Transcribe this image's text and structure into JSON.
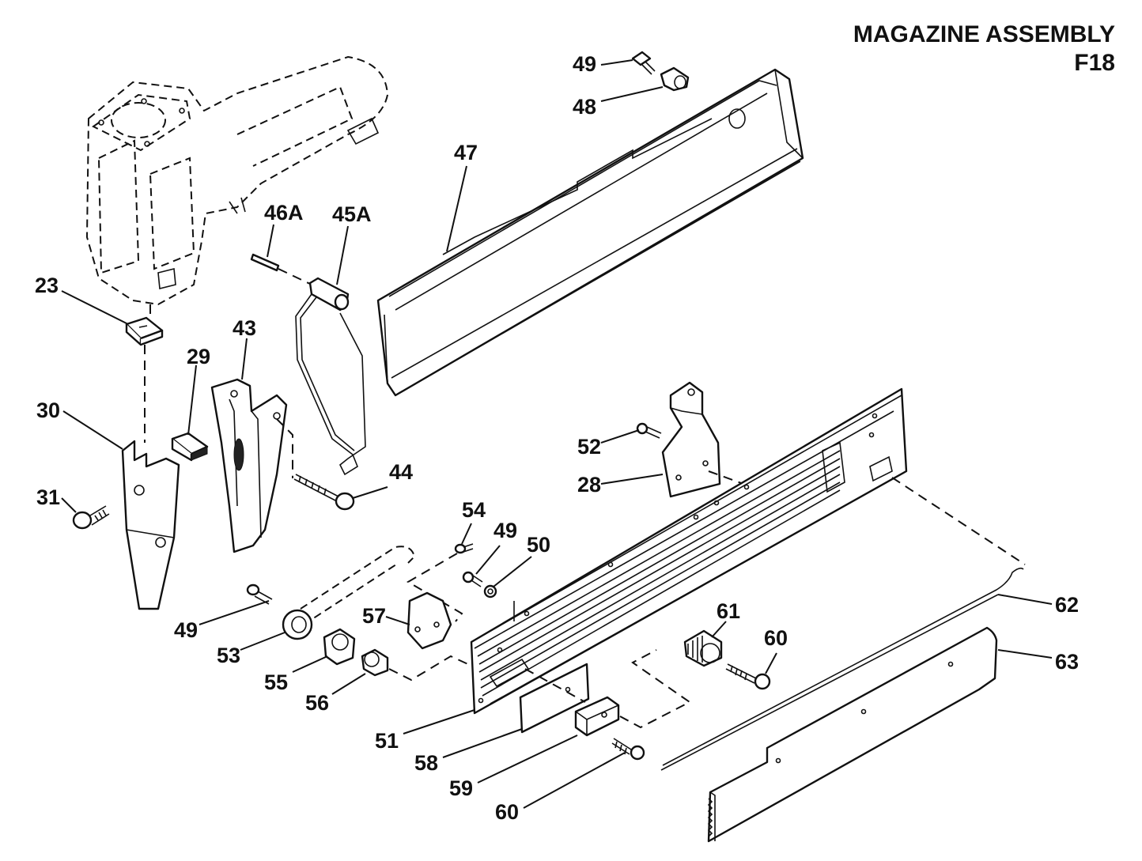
{
  "title": {
    "line1": "MAGAZINE ASSEMBLY",
    "line2": "F18"
  },
  "labels": {
    "p23": "23",
    "p28": "28",
    "p29": "29",
    "p30": "30",
    "p31": "31",
    "p43": "43",
    "p44": "44",
    "p45a": "45A",
    "p46a": "46A",
    "p47": "47",
    "p48": "48",
    "p49_top": "49",
    "p49_mid": "49",
    "p49_left": "49",
    "p50": "50",
    "p51": "51",
    "p52": "52",
    "p53": "53",
    "p54": "54",
    "p55": "55",
    "p56": "56",
    "p57": "57",
    "p58": "58",
    "p59": "59",
    "p60_upper": "60",
    "p60_lower": "60",
    "p61": "61",
    "p62": "62",
    "p63": "63"
  }
}
